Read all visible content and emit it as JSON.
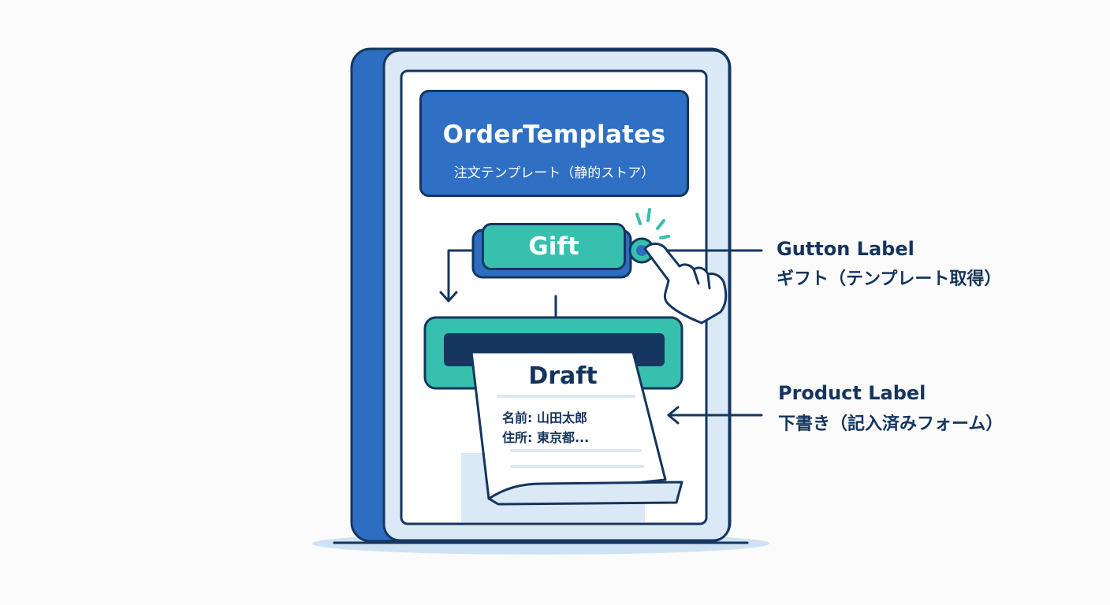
{
  "panel": {
    "title": "OrderTemplates",
    "subtitle": "注文テンプレート（静的ストア）"
  },
  "gift_button": {
    "label": "Gift"
  },
  "draft_form": {
    "title": "Draft",
    "name_line": "名前: 山田太郎",
    "address_line": "住所: 東京都..."
  },
  "callouts": {
    "button": {
      "title": "Gutton Label",
      "subtitle": "ギフト（テンプレート取得）"
    },
    "product": {
      "title": "Product Label",
      "subtitle": "下書き（記入済みフォーム）"
    }
  },
  "icons": [
    "pointing-hand-icon",
    "click-burst-icon",
    "arrow-down-icon",
    "arrow-left-icon"
  ],
  "colors": {
    "outline": "#14365f",
    "primary_blue": "#2f6fc4",
    "teal": "#36c0ad",
    "background": "#fafbfa",
    "panel_fill": "#ffffff",
    "light_blue": "#dbe9f6"
  }
}
